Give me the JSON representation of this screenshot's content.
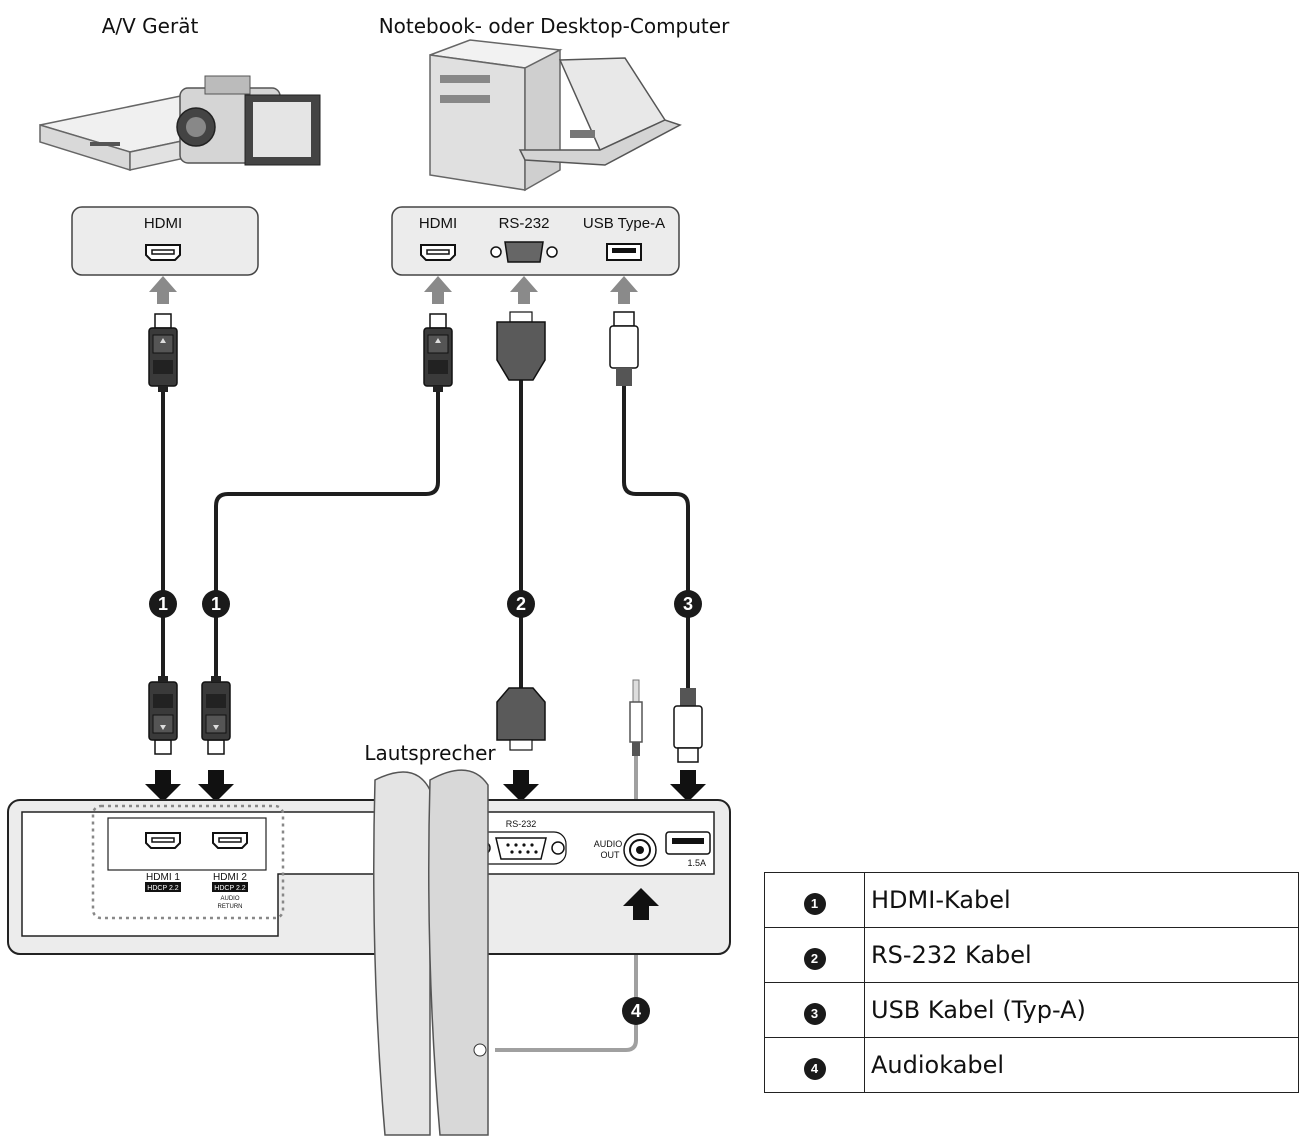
{
  "labels": {
    "av_device": "A/V Gerät",
    "computer": "Notebook- oder Desktop-Computer",
    "speaker": "Lautsprecher"
  },
  "source_ports": {
    "av_hdmi": "HDMI",
    "pc_hdmi": "HDMI",
    "pc_rs232": "RS-232",
    "pc_usb": "USB Type-A"
  },
  "projector_ports": {
    "hdmi1": "HDMI 1",
    "hdmi1_sub": "HDCP 2.2",
    "hdmi2": "HDMI 2",
    "hdmi2_sub": "HDCP 2.2",
    "hdmi2_sub2": "AUDIO",
    "hdmi2_sub3": "RETURN",
    "rs232": "RS-232",
    "audio_out_1": "AUDIO",
    "audio_out_2": "OUT",
    "usb_power": "1.5A"
  },
  "cable_markers": [
    "1",
    "1",
    "2",
    "3",
    "4"
  ],
  "legend": [
    {
      "num": "1",
      "label": "HDMI-Kabel"
    },
    {
      "num": "2",
      "label": "RS-232 Kabel"
    },
    {
      "num": "3",
      "label": "USB Kabel (Typ-A)"
    },
    {
      "num": "4",
      "label": "Audiokabel"
    }
  ],
  "colors": {
    "cable": "#1e1e1e",
    "connector": "#555555",
    "arrow_gray": "#8a8a8a",
    "panel_fill": "#ececec",
    "audio_cable": "#a0a0a0"
  }
}
